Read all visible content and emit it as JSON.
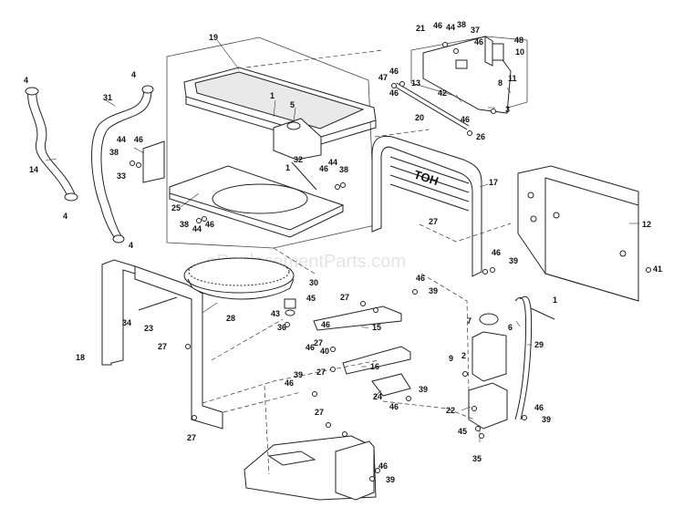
{
  "watermark": "eReplacementParts.com",
  "callouts": [
    "1",
    "2",
    "3",
    "4",
    "5",
    "6",
    "7",
    "8",
    "9",
    "10",
    "11",
    "12",
    "13",
    "14",
    "15",
    "16",
    "17",
    "18",
    "19",
    "20",
    "21",
    "22",
    "23",
    "24",
    "25",
    "26",
    "27",
    "28",
    "29",
    "30",
    "31",
    "32",
    "33",
    "34",
    "35",
    "36",
    "37",
    "38",
    "39",
    "40",
    "41",
    "42",
    "43",
    "44",
    "45",
    "46",
    "47",
    "48"
  ],
  "badge_text": "TOH"
}
